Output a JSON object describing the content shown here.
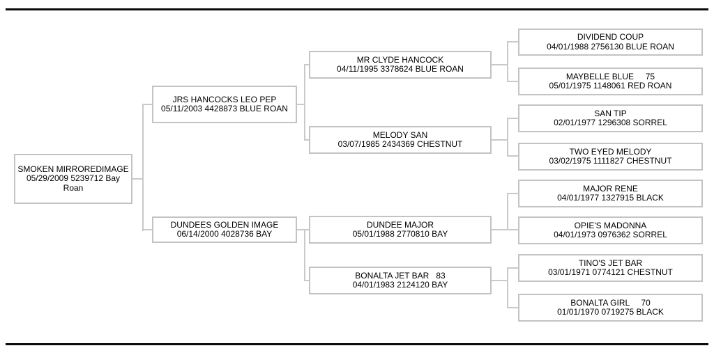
{
  "pedigree": {
    "title": "horse-pedigree-chart",
    "subject": {
      "name": "SMOKEN MIRROREDIMAGE",
      "details": "05/29/2009 5239712 Bay Roan"
    },
    "gen2": [
      {
        "name": "JRS HANCOCKS LEO PEP",
        "details": "05/11/2003 4428873 BLUE ROAN"
      },
      {
        "name": "DUNDEES GOLDEN IMAGE",
        "details": "06/14/2000 4028736 BAY"
      }
    ],
    "gen3": [
      {
        "name": "MR CLYDE HANCOCK",
        "details": "04/11/1995 3378624 BLUE ROAN"
      },
      {
        "name": "MELODY SAN",
        "details": "03/07/1985 2434369 CHESTNUT"
      },
      {
        "name": "DUNDEE MAJOR",
        "details": "05/01/1988 2770810 BAY"
      },
      {
        "name": "BONALTA JET BAR   83",
        "details": "04/01/1983 2124120 BAY"
      }
    ],
    "gen4": [
      {
        "name": "DIVIDEND COUP",
        "details": "04/01/1988 2756130 BLUE ROAN"
      },
      {
        "name": "MAYBELLE BLUE     75",
        "details": "05/01/1975 1148061 RED ROAN"
      },
      {
        "name": "SAN TIP",
        "details": "02/01/1977 1296308 SORREL"
      },
      {
        "name": "TWO EYED MELODY",
        "details": "03/02/1975 1111827 CHESTNUT"
      },
      {
        "name": "MAJOR RENE",
        "details": "04/01/1977 1327915 BLACK"
      },
      {
        "name": "OPIE'S MADONNA",
        "details": "04/01/1973 0976362 SORREL"
      },
      {
        "name": "TINO'S JET BAR",
        "details": "03/01/1971 0774121 CHESTNUT"
      },
      {
        "name": "BONALTA GIRL     70",
        "details": "01/01/1970 0719275 BLACK"
      }
    ],
    "colors": {
      "background": "#ffffff",
      "box_border": "#c3c3c3",
      "connector": "#c9c9c9",
      "text": "#000000",
      "rule": "#0a0a0a"
    }
  }
}
